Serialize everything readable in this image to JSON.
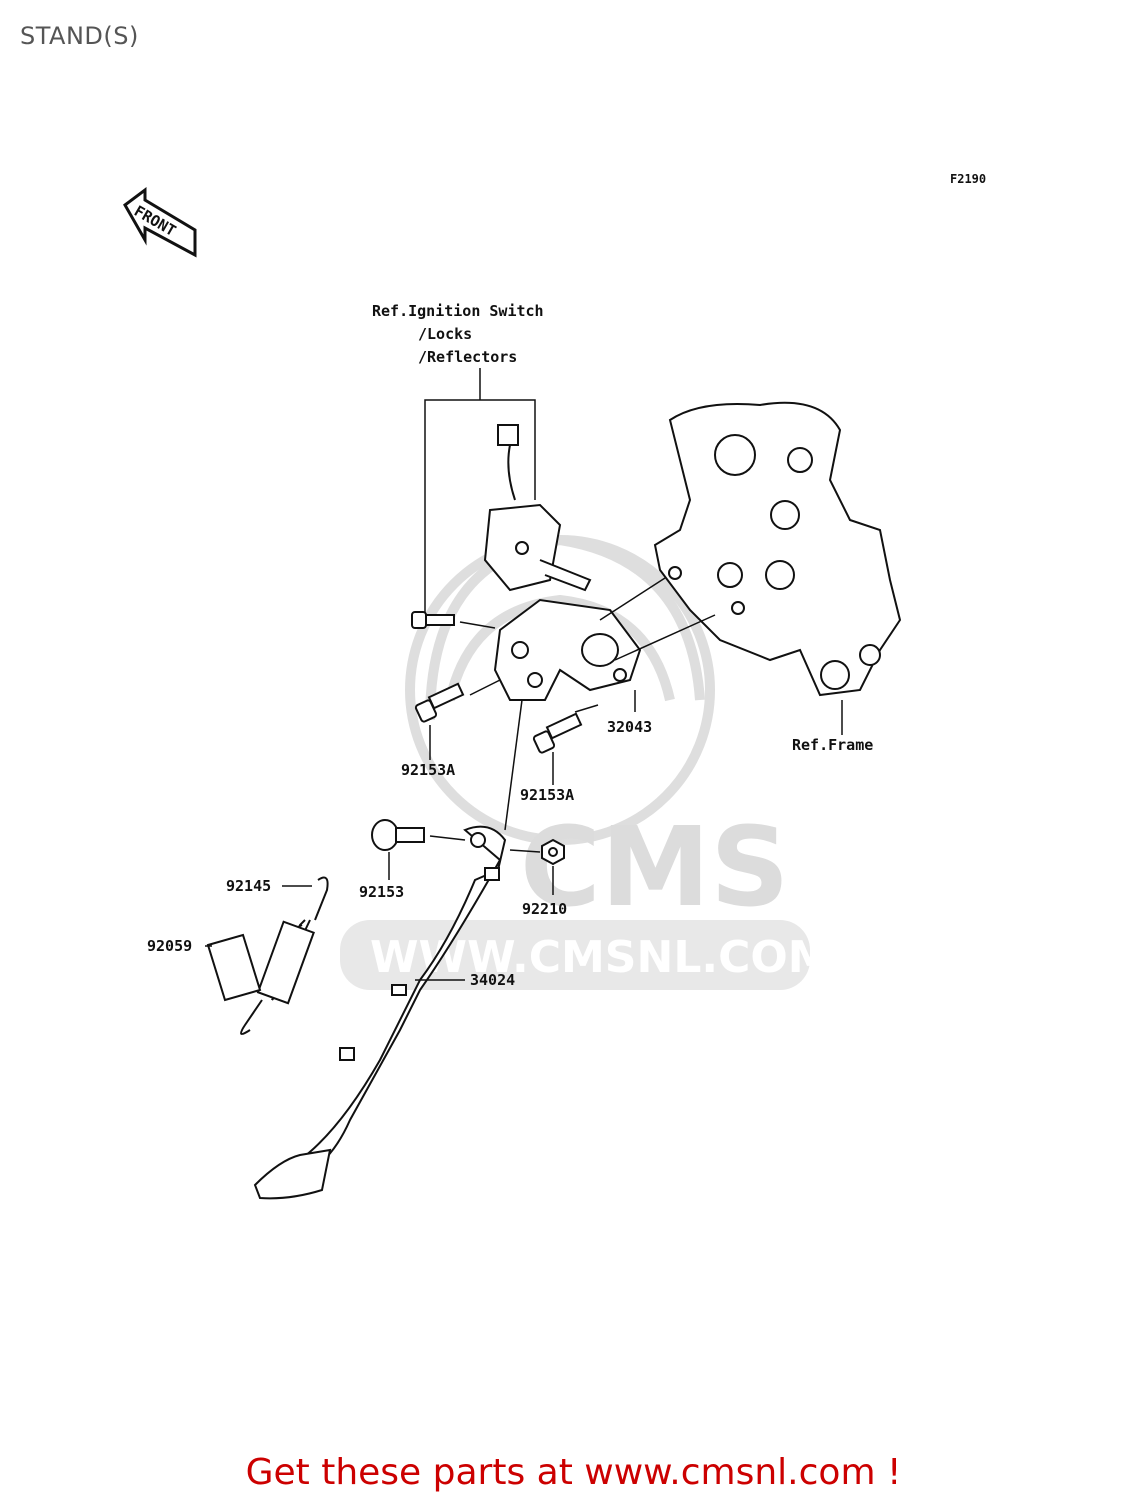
{
  "header": {
    "title": "STAND(S)",
    "figure_code": "F2190"
  },
  "diagram": {
    "front_label": "FRONT",
    "ref_ignition": [
      "Ref.Ignition Switch",
      "/Locks",
      "/Reflectors"
    ],
    "ref_frame": "Ref.Frame",
    "parts": [
      {
        "number": "32043",
        "name": "bracket"
      },
      {
        "number": "92153A",
        "name": "bolt-left"
      },
      {
        "number": "92153A",
        "name": "bolt-right"
      },
      {
        "number": "92153",
        "name": "pivot-bolt"
      },
      {
        "number": "92210",
        "name": "nut"
      },
      {
        "number": "92145",
        "name": "spring-hook"
      },
      {
        "number": "92059",
        "name": "sleeve"
      },
      {
        "number": "34024",
        "name": "side-stand"
      }
    ],
    "watermark": {
      "logo": "CMS",
      "url": "WWW.CMSNL.COM"
    }
  },
  "footer": {
    "link_text": "Get these parts at www.cmsnl.com !"
  },
  "colors": {
    "footer_text": "#cc0000",
    "title_text": "#555555",
    "line": "#111111",
    "watermark": "#d9d9d9"
  }
}
